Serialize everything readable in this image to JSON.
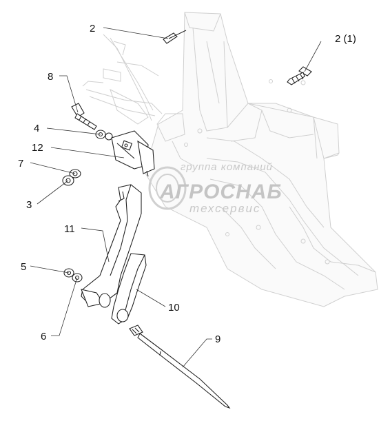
{
  "callouts": [
    {
      "id": "c2a",
      "text": "2"
    },
    {
      "id": "c2b",
      "text": "2 (1)"
    },
    {
      "id": "c8",
      "text": "8"
    },
    {
      "id": "c4",
      "text": "4"
    },
    {
      "id": "c12",
      "text": "12"
    },
    {
      "id": "c7",
      "text": "7"
    },
    {
      "id": "c3",
      "text": "3"
    },
    {
      "id": "c11",
      "text": "11"
    },
    {
      "id": "c5",
      "text": "5"
    },
    {
      "id": "c6",
      "text": "6"
    },
    {
      "id": "c10",
      "text": "10"
    },
    {
      "id": "c9",
      "text": "9"
    }
  ],
  "watermark": {
    "line1": "группа компаний",
    "line2": "АГРОСНАБ",
    "line3": "техсервис"
  }
}
